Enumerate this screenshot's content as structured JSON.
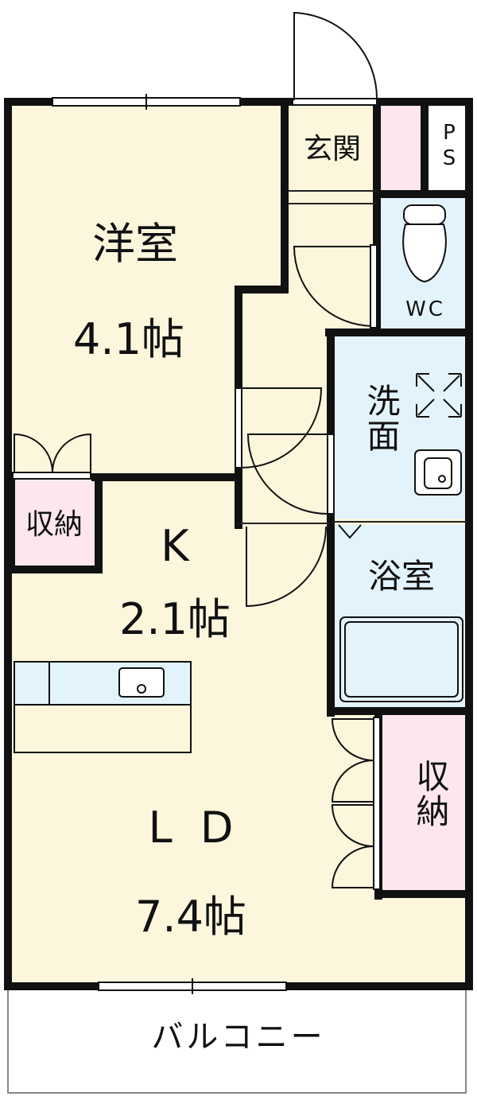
{
  "rooms": {
    "western": {
      "name": "洋室",
      "size": "4.1帖"
    },
    "entrance": {
      "name": "玄関"
    },
    "ps": {
      "name": "PS"
    },
    "wc": {
      "name": "WC"
    },
    "washroom": {
      "name": "洗面"
    },
    "bath": {
      "name": "浴室"
    },
    "storage_left": {
      "name": "収納"
    },
    "storage_right": {
      "name": "収納"
    },
    "kitchen": {
      "name": "K",
      "size": "2.1帖"
    },
    "living": {
      "name": "L D",
      "size": "7.4帖"
    },
    "balcony": {
      "name": "バルコニー"
    }
  },
  "colors": {
    "floor": "#fbf6dc",
    "wet": "#e3f3fb",
    "storage": "#fde6ef",
    "wall": "#111111"
  }
}
